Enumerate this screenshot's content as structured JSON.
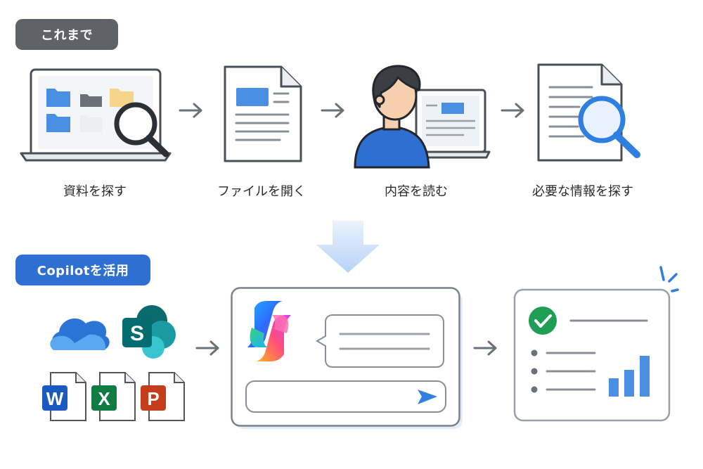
{
  "before": {
    "badge": "これまで",
    "steps": [
      {
        "label": "資料を探す",
        "icon": "laptop-folder-search-icon"
      },
      {
        "label": "ファイルを開く",
        "icon": "document-icon"
      },
      {
        "label": "内容を読む",
        "icon": "person-reading-laptop-icon"
      },
      {
        "label": "必要な情報を探す",
        "icon": "document-magnifier-icon"
      }
    ]
  },
  "after": {
    "badge": "Copilotを活用",
    "sources": [
      {
        "name": "OneDrive",
        "icon": "onedrive-icon"
      },
      {
        "name": "SharePoint",
        "letter": "S",
        "icon": "sharepoint-icon"
      },
      {
        "name": "Word",
        "letter": "W",
        "icon": "word-icon"
      },
      {
        "name": "Excel",
        "letter": "X",
        "icon": "excel-icon"
      },
      {
        "name": "PowerPoint",
        "letter": "P",
        "icon": "powerpoint-icon"
      }
    ]
  },
  "colors": {
    "before_badge": "#5f6368",
    "after_badge": "#2f6fd1",
    "accent_blue": "#2f7fe0",
    "check_green": "#1f9d55"
  }
}
